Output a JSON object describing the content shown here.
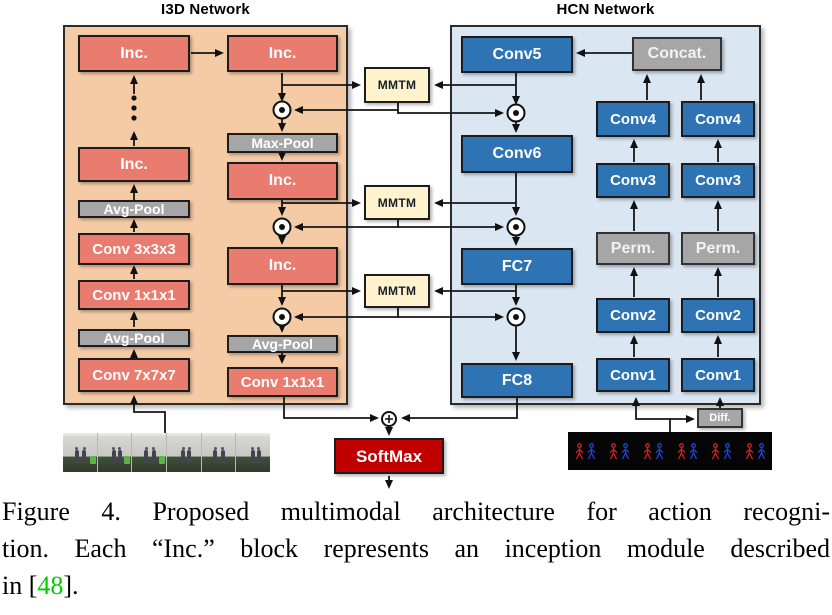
{
  "diagram": {
    "i3d": {
      "title": "I3D Network",
      "left_column": [
        "Inc.",
        "Inc.",
        "Avg-Pool",
        "Conv 3x3x3",
        "Conv 1x1x1",
        "Avg-Pool",
        "Conv 7x7x7"
      ],
      "mid_column": [
        "Inc.",
        "Max-Pool",
        "Inc.",
        "Inc.",
        "Avg-Pool",
        "Conv 1x1x1"
      ]
    },
    "hcn": {
      "title": "HCN Network",
      "main_column": [
        "Conv5",
        "Conv6",
        "FC7",
        "FC8"
      ],
      "concat_label": "Concat.",
      "stream_a": [
        "Conv4",
        "Conv3",
        "Perm.",
        "Conv2",
        "Conv1"
      ],
      "stream_b": [
        "Conv4",
        "Conv3",
        "Perm.",
        "Conv2",
        "Conv1"
      ],
      "diff_label": "Diff."
    },
    "mmtm_modules": [
      "MMTM",
      "MMTM",
      "MMTM"
    ],
    "softmax_label": "SoftMax"
  },
  "caption": {
    "line1": "Figure 4. Proposed multimodal architecture for action recogni-",
    "line2": "tion. Each “Inc.” block represents an inception module described",
    "line3_prefix": "in [",
    "line3_citation": "48",
    "line3_suffix": "]."
  },
  "colors": {
    "i3d_panel": "#F5CBA6",
    "i3d_block": "#E97C6F",
    "hcn_panel": "#DAE6F2",
    "hcn_block": "#2E74B5",
    "gray_block": "#A6A6A6",
    "mmtm_block": "#FFF2CC",
    "softmax_block": "#C00000",
    "citation_green": "#00CC00"
  }
}
